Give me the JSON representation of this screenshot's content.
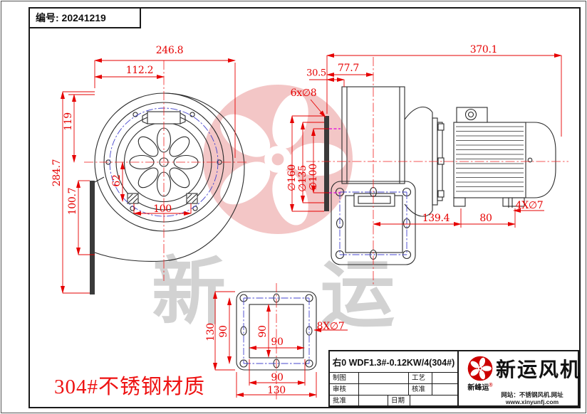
{
  "header": {
    "doc_number": "编号: 20241219"
  },
  "watermarks": {
    "char_left": "新",
    "char_right": "运"
  },
  "material_note": "304#不锈钢材质",
  "front_view": {
    "dims": {
      "total_width": "246.8",
      "inlet_offset": "112.2",
      "height_upper": "119",
      "total_height": "284.7",
      "height_lower": "100.7",
      "foot_height": "62",
      "foot_span": "100"
    }
  },
  "side_view": {
    "dims": {
      "total_length": "370.1",
      "impeller_width": "77.7",
      "inlet_flange_depth": "30.5",
      "inlet_holes": "6x∅8",
      "dia_outer": "∅160",
      "dia_bolt": "∅135",
      "dia_inlet": "∅100",
      "flange_to_foot": "139.4",
      "foot_span": "80",
      "foot_holes": "4X∅7"
    }
  },
  "outlet_flange_view": {
    "dims": {
      "outer_v": "130",
      "bolt_v": "90",
      "duct_v": "90",
      "duct_h": "90",
      "bolt_h": "90",
      "outer_h": "130",
      "holes": "8X∅7"
    }
  },
  "title_block": {
    "model": "右0 WDF1.3#-0.12KW/4(304#)",
    "fields": {
      "drafter": "制图",
      "checker": "审核",
      "approver": "批准",
      "process": "工艺",
      "ratifier": "核准",
      "date": "日期"
    }
  },
  "brand": {
    "name": "新运风机",
    "logo_text": "新峰运",
    "registered": "®",
    "site_line1": "网站：不锈钢风机.网址",
    "site_line2": "www.xinyunfj.com"
  },
  "colors": {
    "dimension_red": "#e60000",
    "centerline_red": "#f02020",
    "bolt_circle_blue": "#4444cc",
    "opening_magenta": "#dd00dd",
    "geometry_black": "#2b2b2b",
    "brand_red": "#cc0000",
    "watermark_gray": "#d2d2d2"
  }
}
